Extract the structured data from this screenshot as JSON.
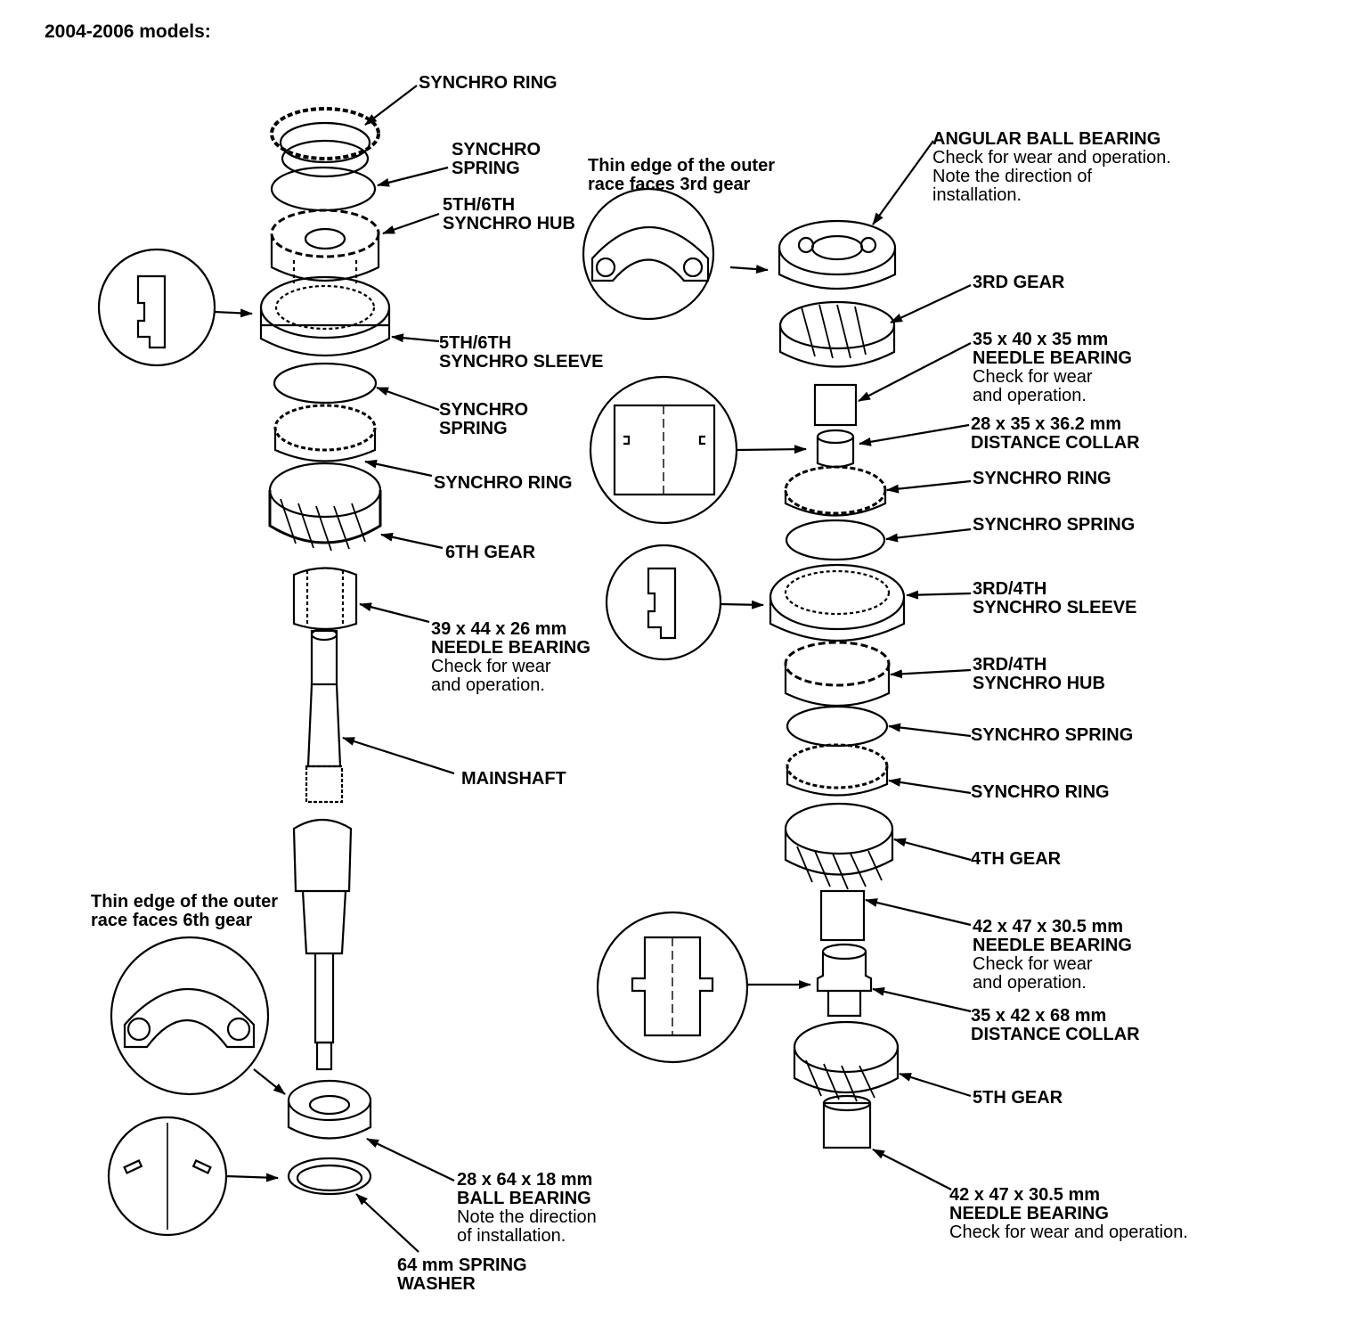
{
  "title": "2004-2006 models:",
  "left_stack": {
    "synchro_ring_top": "SYNCHRO RING",
    "synchro_spring_top": [
      "SYNCHRO",
      "SPRING"
    ],
    "hub_56": [
      "5TH/6TH",
      "SYNCHRO HUB"
    ],
    "sleeve_56": [
      "5TH/6TH",
      "SYNCHRO SLEEVE"
    ],
    "synchro_spring_2": [
      "SYNCHRO",
      "SPRING"
    ],
    "synchro_ring_2": "SYNCHRO RING",
    "gear_6": "6TH GEAR",
    "needle_39": {
      "title": [
        "39 x 44 x 26 mm",
        "NEEDLE BEARING"
      ],
      "note": [
        "Check for wear",
        "and operation."
      ]
    },
    "mainshaft": "MAINSHAFT",
    "thin_edge_6": [
      "Thin edge of the outer",
      "race faces 6th gear"
    ],
    "ball_bearing": {
      "title": [
        "28 x 64 x 18 mm",
        "BALL BEARING"
      ],
      "note": [
        "Note the direction",
        "of installation."
      ]
    },
    "spring_washer": [
      "64 mm SPRING",
      "WASHER"
    ]
  },
  "right_stack": {
    "thin_edge_3": [
      "Thin edge of the outer",
      "race faces 3rd gear"
    ],
    "angular": {
      "title": [
        "ANGULAR BALL BEARING"
      ],
      "note": [
        "Check for wear and operation.",
        "Note the direction of",
        "installation."
      ]
    },
    "gear_3": "3RD GEAR",
    "needle_35": {
      "title": [
        "35 x 40 x 35 mm",
        "NEEDLE BEARING"
      ],
      "note": [
        "Check for wear",
        "and operation."
      ]
    },
    "collar_28": [
      "28 x 35 x 36.2 mm",
      "DISTANCE COLLAR"
    ],
    "synchro_ring_r1": "SYNCHRO RING",
    "synchro_spring_r1": "SYNCHRO SPRING",
    "sleeve_34": [
      "3RD/4TH",
      "SYNCHRO SLEEVE"
    ],
    "hub_34": [
      "3RD/4TH",
      "SYNCHRO HUB"
    ],
    "synchro_spring_r2": "SYNCHRO SPRING",
    "synchro_ring_r2": "SYNCHRO RING",
    "gear_4": "4TH GEAR",
    "needle_42a": {
      "title": [
        "42 x 47 x 30.5 mm",
        "NEEDLE BEARING"
      ],
      "note": [
        "Check for wear",
        "and operation."
      ]
    },
    "collar_35": [
      "35 x 42 x 68 mm",
      "DISTANCE COLLAR"
    ],
    "gear_5": "5TH GEAR",
    "needle_42b": {
      "title": [
        "42 x 47 x 30.5 mm",
        "NEEDLE BEARING"
      ],
      "note": [
        "Check for wear and operation."
      ]
    }
  }
}
